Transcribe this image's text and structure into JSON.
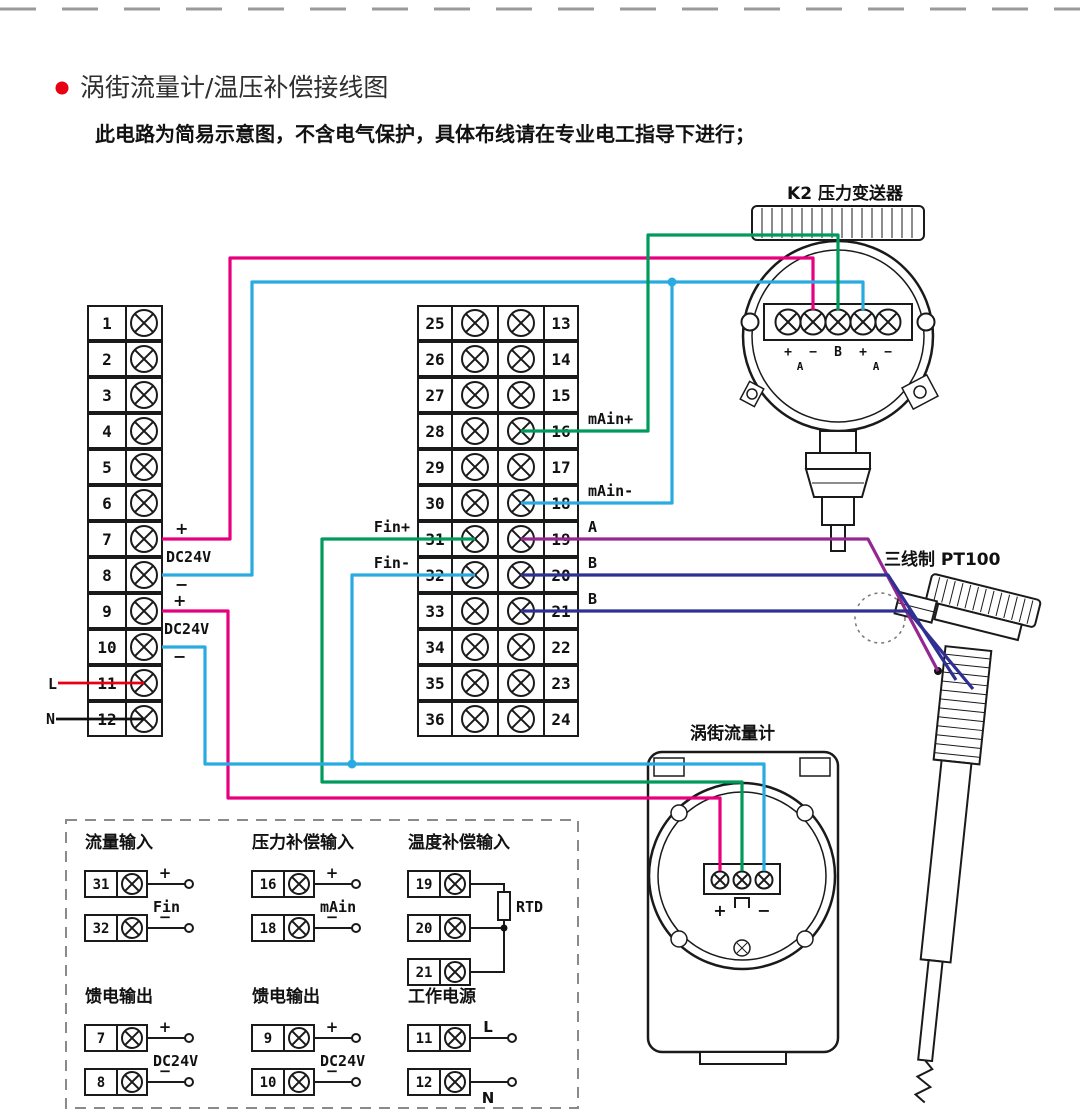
{
  "page": {
    "title": "涡街流量计/温压补偿接线图",
    "subtitle": "此电路为简易示意图，不含电气保护，具体布线请在专业电工指导下进行；"
  },
  "colors": {
    "magenta": "#e6007e",
    "cyan": "#29abe2",
    "green": "#009b5c",
    "navy": "#2e3192",
    "purple": "#942790",
    "red": "#e60012",
    "black": "#111111",
    "outline": "#1a1a1a"
  },
  "left_block": {
    "numbers": [
      "1",
      "2",
      "3",
      "4",
      "5",
      "6",
      "7",
      "8",
      "9",
      "10",
      "11",
      "12"
    ],
    "labels": {
      "plus1": "+",
      "dc1": "DC24V",
      "minus1": "−",
      "plus2": "+",
      "dc2": "DC24V",
      "minus2": "−",
      "line": "L",
      "neutral": "N"
    }
  },
  "middle_block": {
    "left_numbers": [
      "25",
      "26",
      "27",
      "28",
      "29",
      "30",
      "31",
      "32",
      "33",
      "34",
      "35",
      "36"
    ],
    "right_numbers": [
      "13",
      "14",
      "15",
      "16",
      "17",
      "18",
      "19",
      "20",
      "21",
      "22",
      "23",
      "24"
    ],
    "right_labels": [
      "mAin+",
      "mAin-",
      "A",
      "B",
      "B"
    ],
    "left_labels": [
      "Fin+",
      "Fin-"
    ]
  },
  "transmitter": {
    "label": "K2 压力变送器",
    "terminal_labels": [
      "+",
      "−",
      "B",
      "+",
      "−"
    ],
    "sub_labels": [
      "A",
      "A"
    ]
  },
  "pt100": {
    "label": "三线制 PT100"
  },
  "flowmeter": {
    "label": "涡街流量计",
    "terminal_labels": [
      "+",
      "⊓",
      "−"
    ]
  },
  "legend": {
    "groups": [
      {
        "title": "流量输入",
        "side": "Fin",
        "rows": [
          {
            "num": "31",
            "sign": "+"
          },
          {
            "num": "32",
            "sign": "−"
          }
        ]
      },
      {
        "title": "压力补偿输入",
        "side": "mAin",
        "rows": [
          {
            "num": "16",
            "sign": "+"
          },
          {
            "num": "18",
            "sign": "−"
          }
        ]
      },
      {
        "title": "温度补偿输入",
        "side": "RTD",
        "rows": [
          {
            "num": "19"
          },
          {
            "num": "20"
          },
          {
            "num": "21"
          }
        ]
      },
      {
        "title": "馈电输出",
        "side": "DC24V",
        "rows": [
          {
            "num": "7",
            "sign": "+"
          },
          {
            "num": "8",
            "sign": "−"
          }
        ]
      },
      {
        "title": "馈电输出",
        "side": "DC24V",
        "rows": [
          {
            "num": "9",
            "sign": "+"
          },
          {
            "num": "10",
            "sign": "−"
          }
        ]
      },
      {
        "title": "工作电源",
        "side": "",
        "rows": [
          {
            "num": "11",
            "sign": "L"
          },
          {
            "num": "12",
            "sign": "N"
          }
        ]
      }
    ]
  }
}
